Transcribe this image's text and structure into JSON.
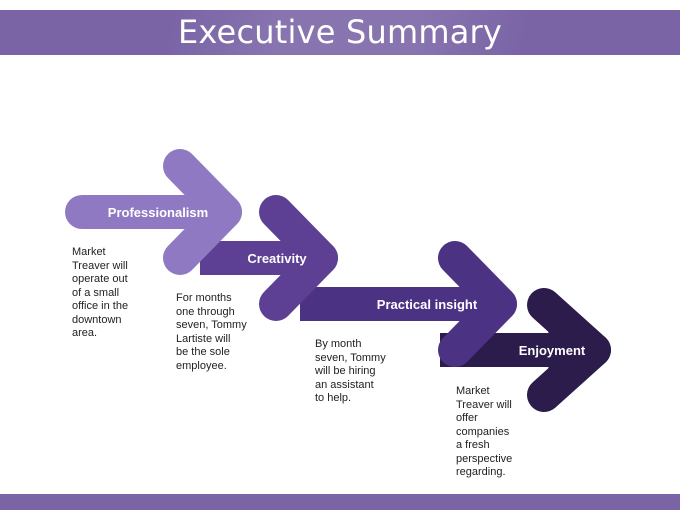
{
  "header": {
    "title": "Executive Summary"
  },
  "colors": {
    "bar": "#7a64a6",
    "step1": "#8f79c3",
    "step2": "#5d3f94",
    "step3": "#4c3283",
    "step4": "#2c1c4c"
  },
  "steps": [
    {
      "label": "Professionalism",
      "description": "Market\nTreaver will\noperate out\nof a small\noffice in the\ndowntown\narea."
    },
    {
      "label": "Creativity",
      "description": "For months\none through\nseven, Tommy\nLartiste will\nbe the sole\nemployee."
    },
    {
      "label": "Practical  insight",
      "description": "By month\nseven, Tommy\nwill be hiring\nan assistant\nto help."
    },
    {
      "label": "Enjoyment",
      "description": "Market\nTreaver will\noffer\ncompanies\na fresh\nperspective\nregarding."
    }
  ]
}
